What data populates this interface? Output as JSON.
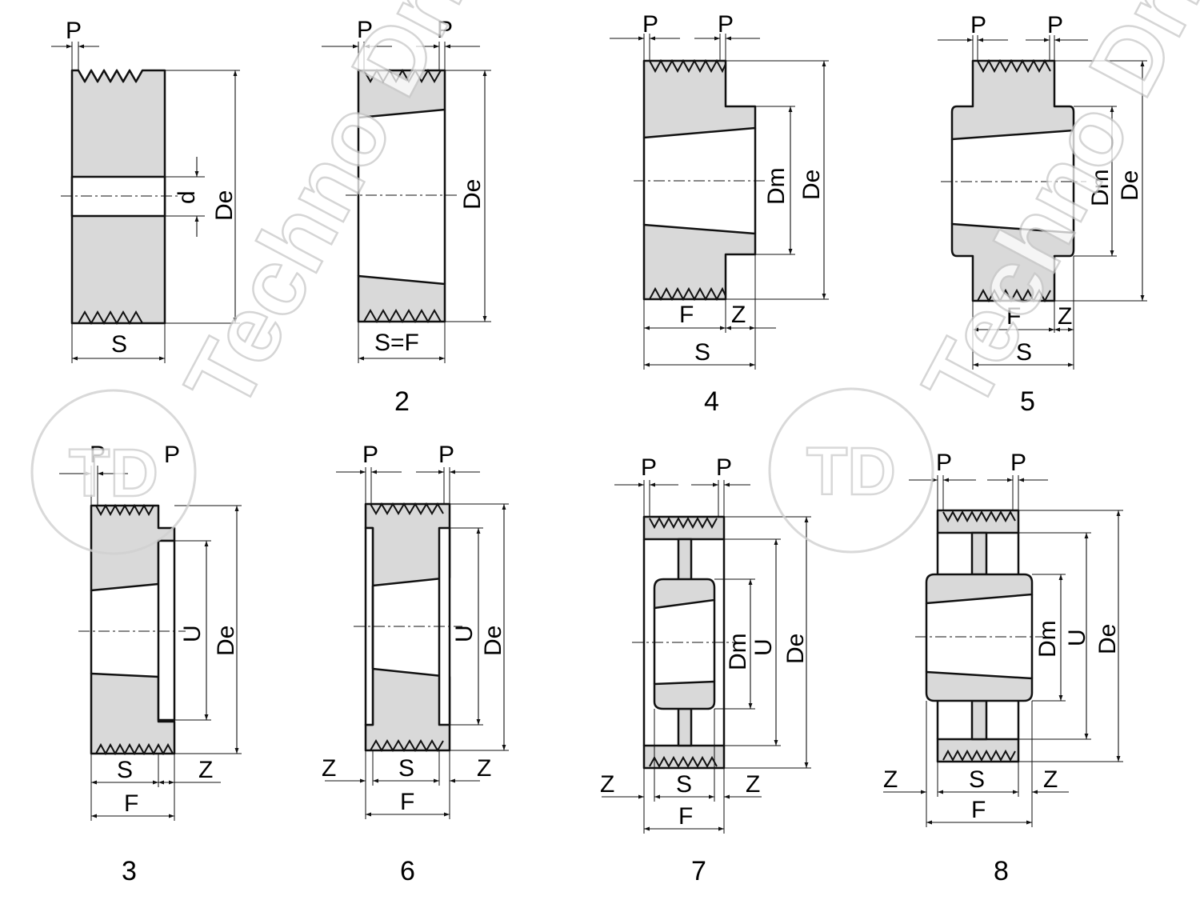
{
  "labels": {
    "P": "P",
    "S": "S",
    "SF": "S=F",
    "F": "F",
    "Z": "Z",
    "d": "d",
    "De": "De",
    "Dm": "Dm",
    "U": "U"
  },
  "figure_numbers": [
    "2",
    "4",
    "5",
    "3",
    "6",
    "7",
    "8"
  ],
  "watermark": {
    "text": "Techno Drive",
    "logo_text": "TD"
  },
  "colors": {
    "body_fill": "#d9d9d9",
    "line": "#111111",
    "watermark_stroke": "#c8c8c8"
  }
}
